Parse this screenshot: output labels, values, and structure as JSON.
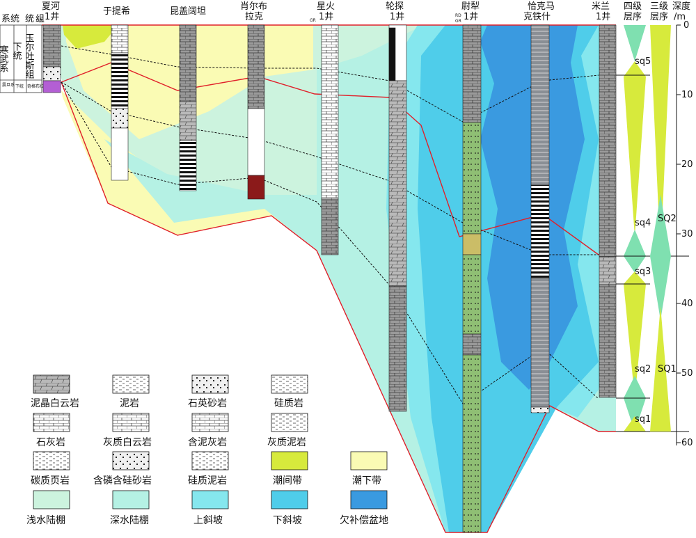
{
  "header": {
    "system": "系统",
    "series": "统",
    "group": "组",
    "cambrian": "寒武系",
    "lower_series": "下统",
    "formation": "玉尔吐斯组",
    "sinian": "震旦系",
    "lower_unit": "下统",
    "sinian_fm": "奇格布拉克组"
  },
  "wells": [
    {
      "name": "夏河",
      "sub": "1井"
    },
    {
      "name": "于提希",
      "sub": ""
    },
    {
      "name": "昆盖阔坦",
      "sub": ""
    },
    {
      "name": "肖尔布",
      "sub": "拉克"
    },
    {
      "name": "星火",
      "sub": "1井"
    },
    {
      "name": "轮探",
      "sub": "1井"
    },
    {
      "name": "尉犁",
      "sub": "1井"
    },
    {
      "name": "恰克马",
      "sub": "克铁什"
    },
    {
      "name": "米兰",
      "sub": "1井"
    }
  ],
  "log_labels": {
    "gr": "GR",
    "rd": "RD"
  },
  "right_columns": {
    "fourth": {
      "l1": "四级",
      "l2": "层序"
    },
    "third": {
      "l1": "三级",
      "l2": "层序"
    },
    "depth": {
      "l1": "深度",
      "l2": "/m"
    }
  },
  "sequences4": [
    "sq5",
    "sq4",
    "sq3",
    "sq2",
    "sq1"
  ],
  "sequences3": [
    "SQ2",
    "SQ1"
  ],
  "depth_ticks": [
    "0",
    "10",
    "20",
    "30",
    "40",
    "50",
    "60"
  ],
  "legend": [
    {
      "key": "muddy-crystalline-dolomite",
      "label": "泥晶白云岩",
      "pattern": "dolo"
    },
    {
      "key": "mudstone",
      "label": "泥岩",
      "pattern": "mud"
    },
    {
      "key": "quartz-sandstone",
      "label": "石英砂岩",
      "pattern": "sand"
    },
    {
      "key": "siliceous-rock",
      "label": "硅质岩",
      "pattern": "si"
    },
    {
      "key": "limestone",
      "label": "石灰岩",
      "pattern": "lime"
    },
    {
      "key": "calcareous-dolomite",
      "label": "灰质白云岩",
      "pattern": "cdolo"
    },
    {
      "key": "argillaceous-limestone",
      "label": "含泥灰岩",
      "pattern": "alime"
    },
    {
      "key": "calcareous-mudstone",
      "label": "灰质泥岩",
      "pattern": "cmud"
    },
    {
      "key": "carbonaceous-shale",
      "label": "碳质页岩",
      "pattern": "carb"
    },
    {
      "key": "phosphatic-siliceous-sandstone",
      "label": "含磷含硅砂岩",
      "pattern": "psand"
    },
    {
      "key": "siliceous-mudstone",
      "label": "硅质泥岩",
      "pattern": "simud"
    },
    {
      "key": "intertidal-zone",
      "label": "潮间带",
      "color": "#d7ea3c"
    },
    {
      "key": "subtidal-zone",
      "label": "潮下带",
      "color": "#fafbb4"
    },
    {
      "key": "shallow-water-shelf",
      "label": "浅水陆棚",
      "color": "#ccf3de"
    },
    {
      "key": "deep-water-shelf",
      "label": "深水陆棚",
      "color": "#b5f1e4"
    },
    {
      "key": "upper-slope",
      "label": "上斜坡",
      "color": "#85e7ee"
    },
    {
      "key": "lower-slope",
      "label": "下斜坡",
      "color": "#4fcdea"
    },
    {
      "key": "starved-basin",
      "label": "欠补偿盆地",
      "color": "#3a9ae0"
    }
  ],
  "colors": {
    "intertidal": "#d7ea3c",
    "subtidal": "#fafbb4",
    "shallow_shelf": "#ccf3de",
    "deep_shelf": "#b5f1e4",
    "upper_slope": "#85e7ee",
    "lower_slope": "#4fcdea",
    "basin": "#3a9ae0",
    "boundary": "#e0202a"
  }
}
